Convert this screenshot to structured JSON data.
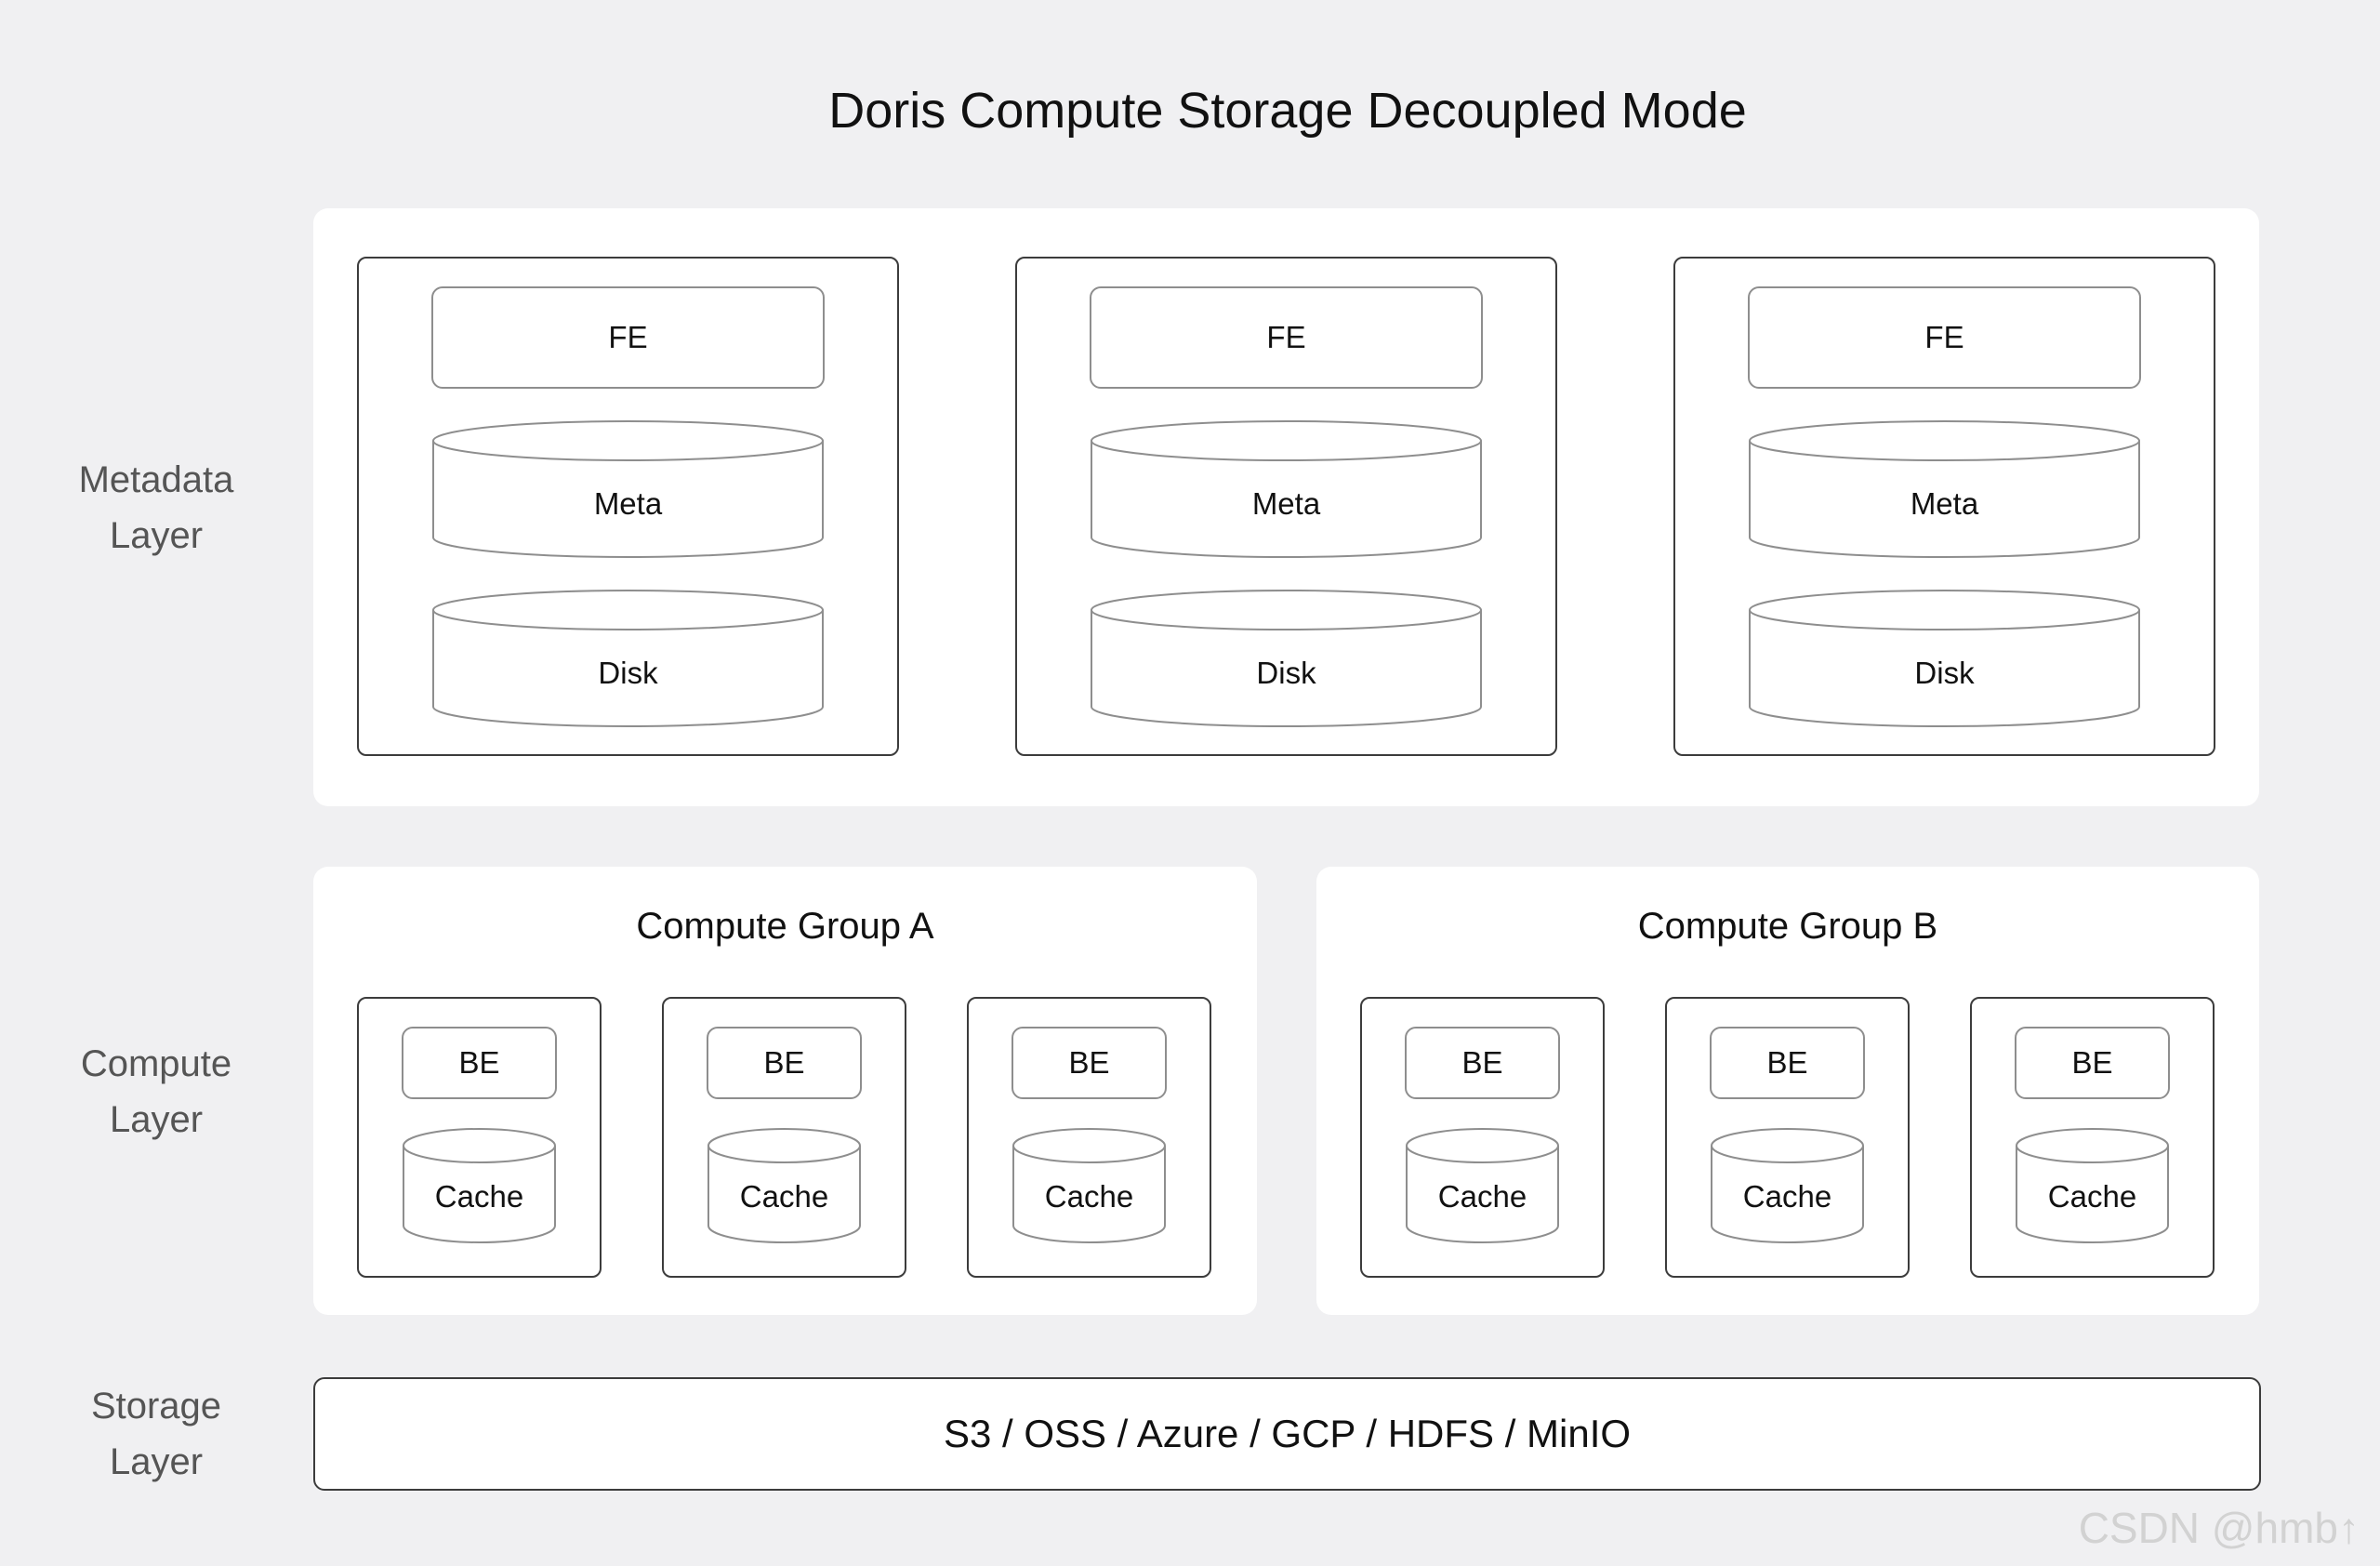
{
  "title": "Doris Compute Storage Decoupled Mode",
  "layers": {
    "metadata": [
      "Metadata",
      "Layer"
    ],
    "compute": [
      "Compute",
      "Layer"
    ],
    "storage": [
      "Storage",
      "Layer"
    ]
  },
  "metadata_nodes": [
    {
      "fe": "FE",
      "meta": "Meta",
      "disk": "Disk"
    },
    {
      "fe": "FE",
      "meta": "Meta",
      "disk": "Disk"
    },
    {
      "fe": "FE",
      "meta": "Meta",
      "disk": "Disk"
    }
  ],
  "compute_groups": [
    {
      "name": "Compute Group A",
      "nodes": [
        {
          "be": "BE",
          "cache": "Cache"
        },
        {
          "be": "BE",
          "cache": "Cache"
        },
        {
          "be": "BE",
          "cache": "Cache"
        }
      ]
    },
    {
      "name": "Compute Group B",
      "nodes": [
        {
          "be": "BE",
          "cache": "Cache"
        },
        {
          "be": "BE",
          "cache": "Cache"
        },
        {
          "be": "BE",
          "cache": "Cache"
        }
      ]
    }
  ],
  "storage": "S3 / OSS / Azure / GCP / HDFS / MinIO",
  "watermark": "CSDN @hmb↑",
  "colors": {
    "background": "#f0f0f2",
    "panel": "#ffffff",
    "node_border": "#3c3c3c",
    "component_border": "#8e8e8e"
  }
}
